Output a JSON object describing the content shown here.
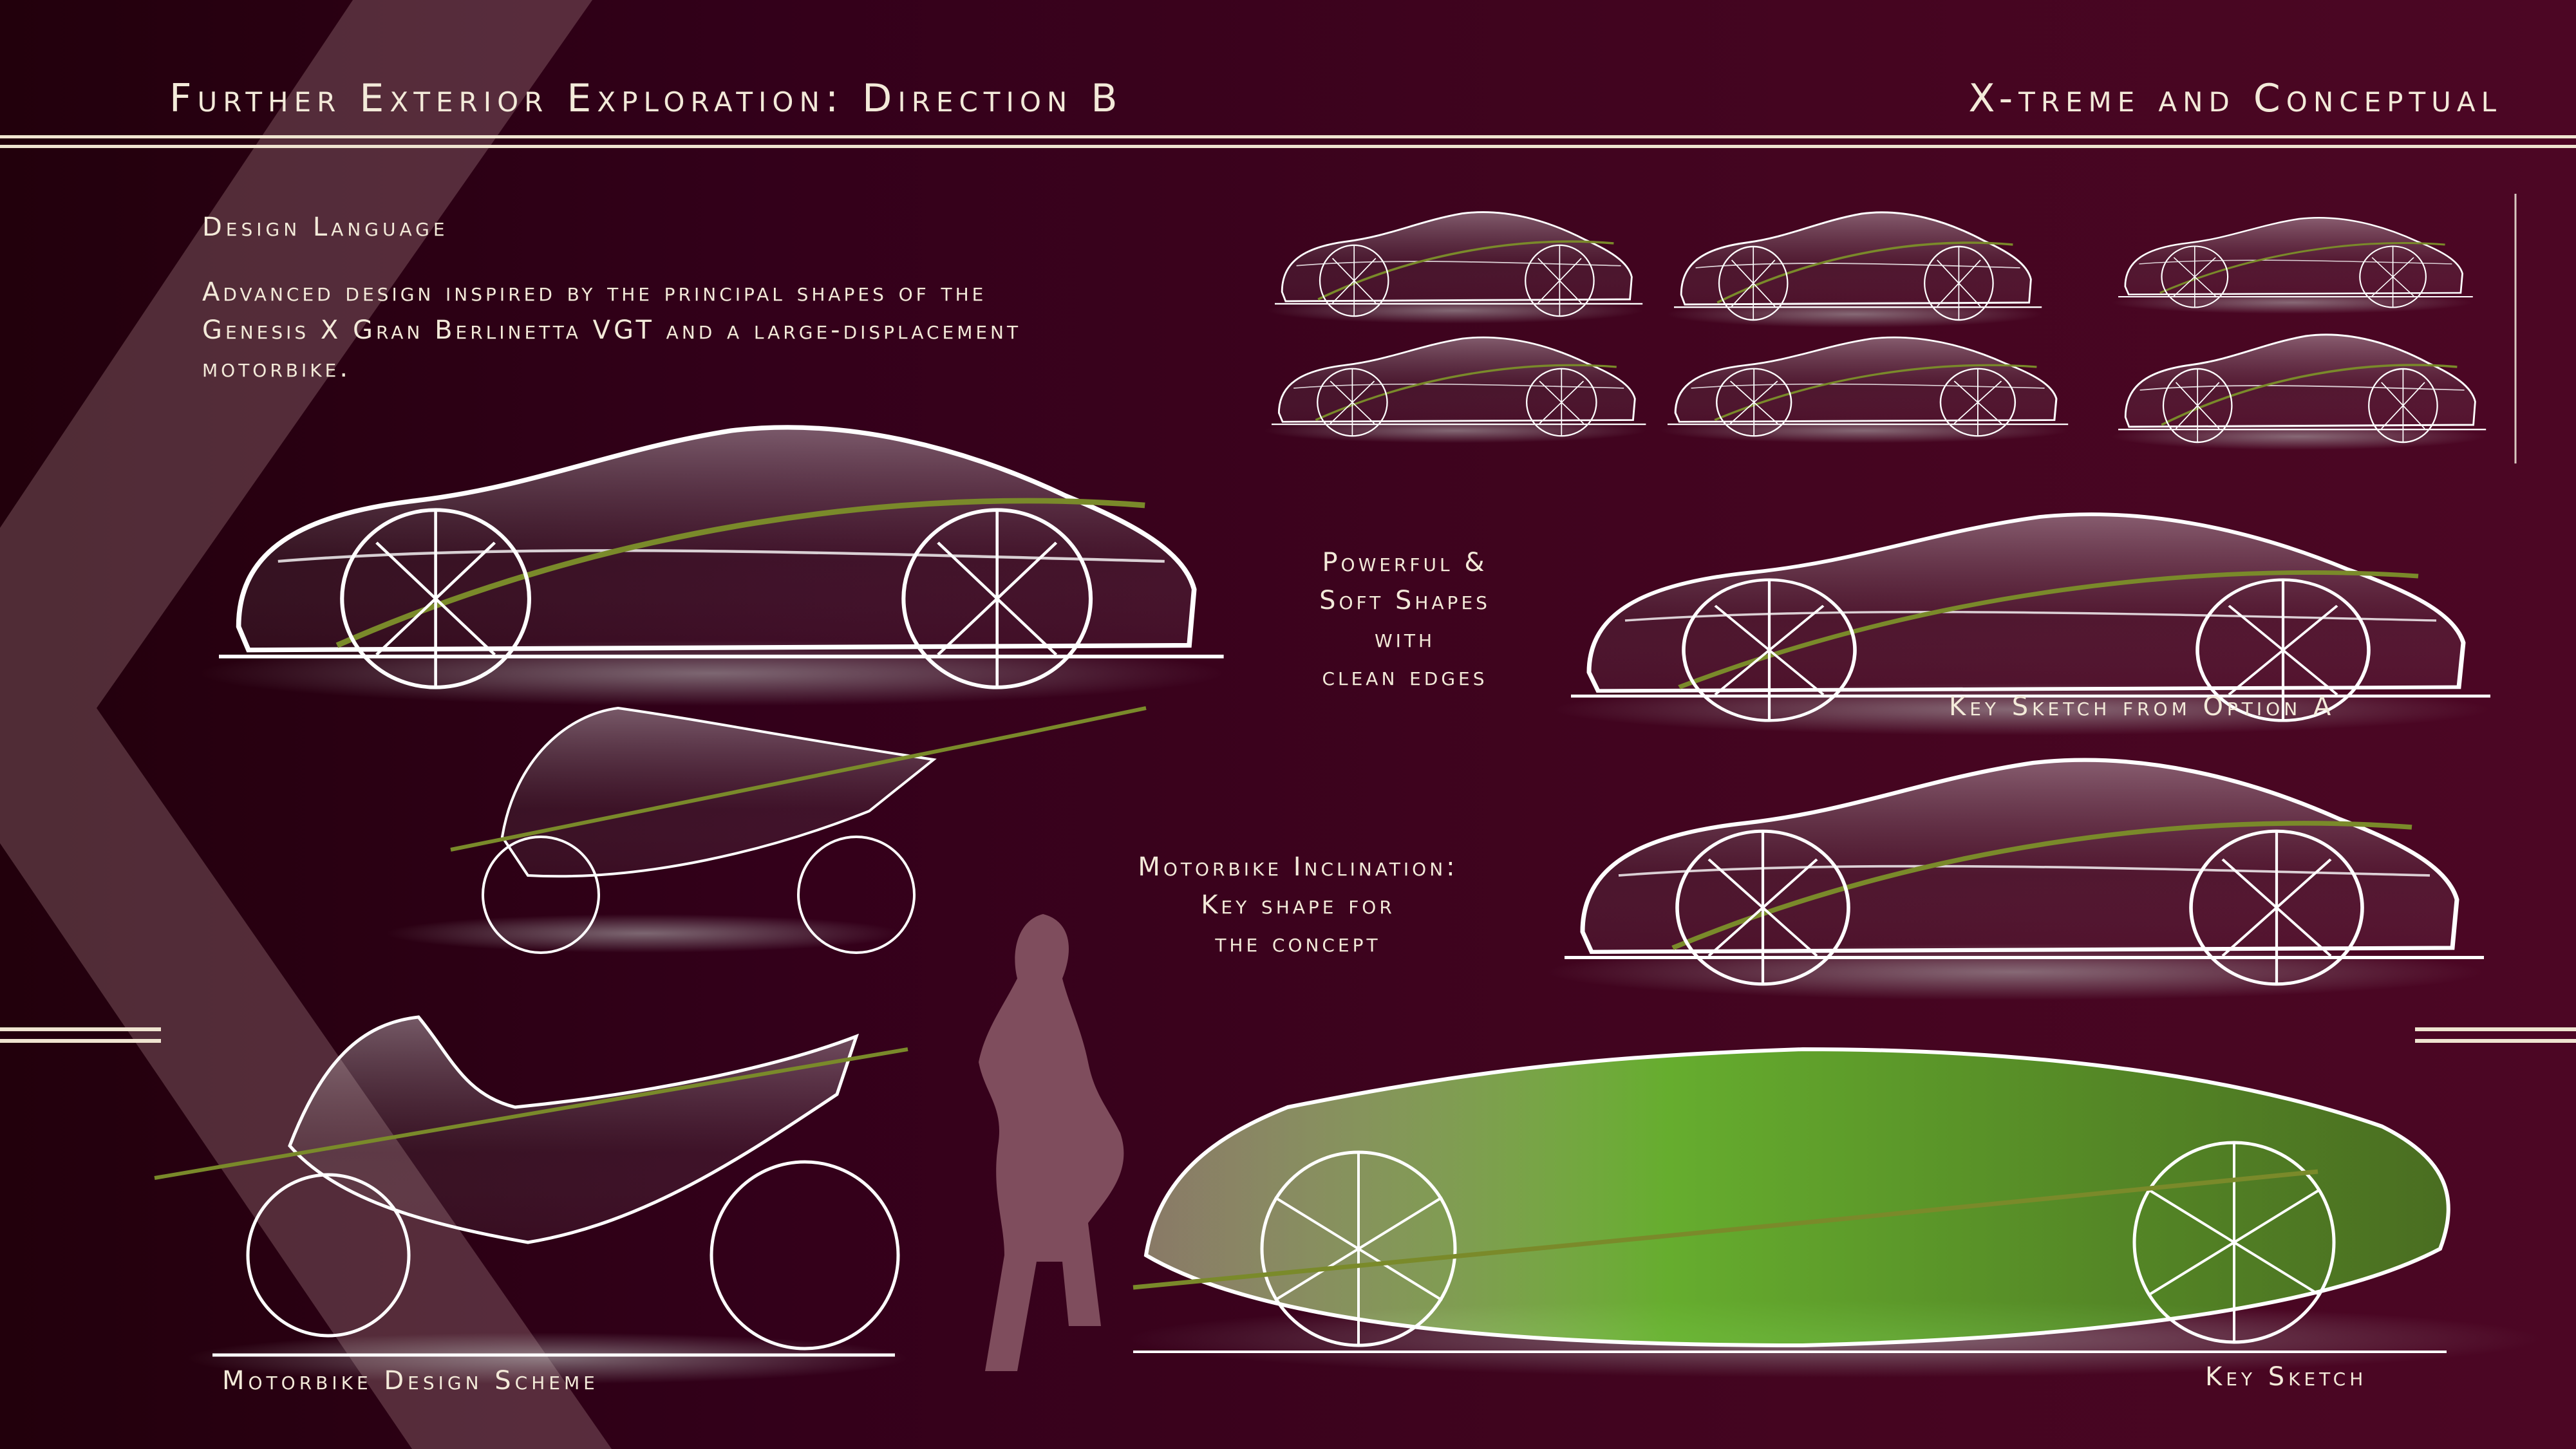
{
  "header": {
    "title": "Further Exterior Exploration: Direction B",
    "tagline": "X-treme and Conceptual"
  },
  "design_language": {
    "heading": "Design Language",
    "lines": [
      "Advanced design inspired by the principal shapes of the",
      "Genesis X Gran Berlinetta VGT and a large-displacement",
      "motorbike."
    ]
  },
  "annotations": {
    "powerful": [
      "Powerful &",
      "Soft Shapes",
      "with",
      "clean edges"
    ],
    "option_a_caption": "Key Sketch from Option A",
    "inclination": [
      "Motorbike Inclination:",
      "Key shape for",
      "the concept"
    ],
    "motorbike_caption": "Motorbike Design Scheme",
    "key_sketch_caption": "Key Sketch"
  },
  "colors": {
    "background_left": "#22000c",
    "background_right": "#4c0624",
    "text": "#f3ead9",
    "accent_green": "#7a8a2a",
    "chevron": "#8a6a6e"
  }
}
